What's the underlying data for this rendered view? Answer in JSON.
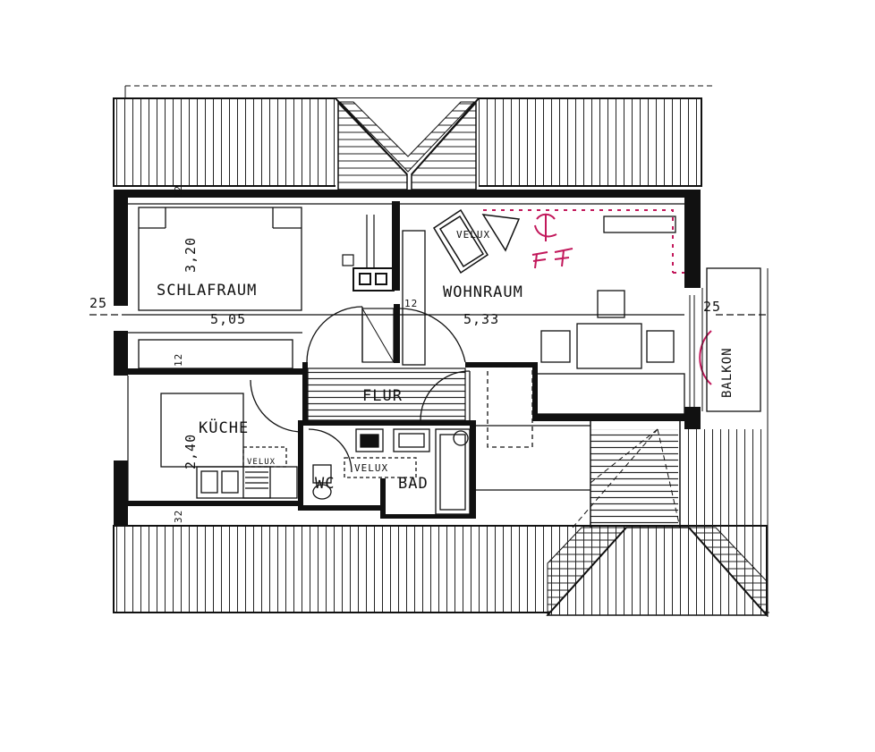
{
  "rooms": {
    "schlafraum": "SCHLAFRAUM",
    "wohnraum": "WOHNRAUM",
    "kueche": "KÜCHE",
    "flur": "FLUR",
    "wc": "WC",
    "bad": "BAD",
    "balkon": "BALKON"
  },
  "dimensions": {
    "schlafraum_width": "5,05",
    "schlafraum_depth": "3,20",
    "wohnraum_width": "5,33",
    "kueche_depth": "2,40",
    "wall_left": "25",
    "wall_right": "25",
    "wall_top": "12",
    "wall_mid": "12",
    "wall_inner": "12",
    "wall_bottom": "32"
  },
  "skylights": {
    "wohnraum": "VELUX",
    "kueche": "VELUX",
    "bad": "VELUX"
  },
  "annotation_color": "#c2185b",
  "line_color": "#111111"
}
